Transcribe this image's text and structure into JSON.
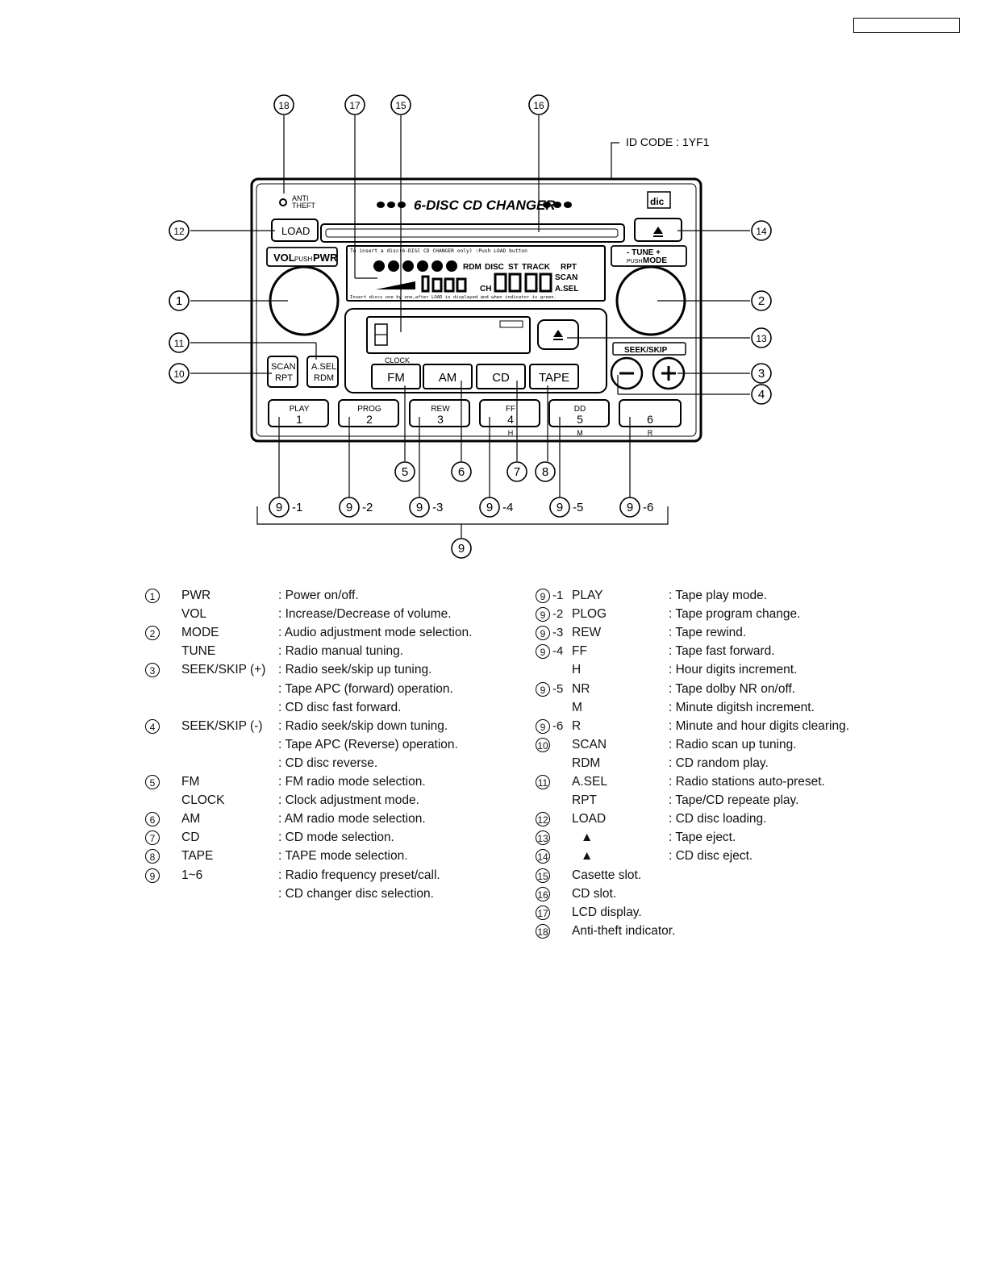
{
  "header": {
    "page_box": ""
  },
  "diagram": {
    "id_code": "ID CODE : 1YF1",
    "panel": {
      "title": "6-DISC CD CHANGER",
      "anti_theft": [
        "ANTI",
        "THEFT"
      ],
      "load": "LOAD",
      "vol_pwr": [
        "VOL",
        "PUSH",
        "PWR"
      ],
      "tune_mode": [
        "- TUNE +",
        "PUSH",
        "MODE"
      ],
      "seek_skip": "SEEK/SKIP",
      "scan_rpt": [
        "SCAN",
        "RPT"
      ],
      "asel_rdm": [
        "A.SEL",
        "RDM"
      ],
      "clock": "CLOCK",
      "mode_buttons": [
        "FM",
        "AM",
        "CD",
        "TAPE"
      ],
      "preset_buttons": [
        {
          "top": "PLAY",
          "num": "1",
          "below": ""
        },
        {
          "top": "PROG",
          "num": "2",
          "below": ""
        },
        {
          "top": "REW",
          "num": "3",
          "below": ""
        },
        {
          "top": "FF",
          "num": "4",
          "below": "H"
        },
        {
          "top": "DD",
          "num": "5",
          "below": "M"
        },
        {
          "top": "",
          "num": "6",
          "below": "R"
        }
      ],
      "lcd": {
        "top_text": "To insert a disc(6-DISC CD CHANGER only)      :Push LOAD button",
        "bottom_text": "Insert discs one by one,after LOAD is displayed and when indicator is green.",
        "indicators": [
          "RDM",
          "DISC",
          "ST",
          "TRACK",
          "RPT",
          "SCAN",
          "A.SEL",
          "CH"
        ]
      }
    },
    "callouts": [
      "1",
      "2",
      "3",
      "4",
      "5",
      "6",
      "7",
      "8",
      "9",
      "10",
      "11",
      "12",
      "13",
      "14",
      "15",
      "16",
      "17",
      "18"
    ],
    "sub_callouts": [
      "-1",
      "-2",
      "-3",
      "-4",
      "-5",
      "-6"
    ]
  },
  "legend_left": [
    {
      "num": "1",
      "name": "PWR",
      "desc": ": Power on/off."
    },
    {
      "num": "",
      "name": "VOL",
      "desc": ": Increase/Decrease of volume."
    },
    {
      "num": "2",
      "name": "MODE",
      "desc": ": Audio adjustment mode selection."
    },
    {
      "num": "",
      "name": "TUNE",
      "desc": ": Radio manual tuning."
    },
    {
      "num": "3",
      "name": "SEEK/SKIP (+)",
      "desc": ": Radio seek/skip up tuning."
    },
    {
      "num": "",
      "name": "",
      "desc": ": Tape APC (forward) operation."
    },
    {
      "num": "",
      "name": "",
      "desc": ": CD disc fast forward."
    },
    {
      "num": "4",
      "name": "SEEK/SKIP (-)",
      "desc": ": Radio seek/skip down tuning."
    },
    {
      "num": "",
      "name": "",
      "desc": ": Tape APC (Reverse) operation."
    },
    {
      "num": "",
      "name": "",
      "desc": ": CD disc reverse."
    },
    {
      "num": "5",
      "name": "FM",
      "desc": ": FM radio mode selection."
    },
    {
      "num": "",
      "name": "CLOCK",
      "desc": ": Clock adjustment mode."
    },
    {
      "num": "6",
      "name": "AM",
      "desc": ": AM radio mode selection."
    },
    {
      "num": "7",
      "name": "CD",
      "desc": ": CD mode selection."
    },
    {
      "num": "8",
      "name": "TAPE",
      "desc": ": TAPE mode selection."
    },
    {
      "num": "9",
      "name": "1~6",
      "desc": ": Radio frequency preset/call."
    },
    {
      "num": "",
      "name": "",
      "desc": ": CD changer disc selection."
    }
  ],
  "legend_right": [
    {
      "num": "9",
      "sub": "-1",
      "name": "PLAY",
      "desc": ": Tape play mode."
    },
    {
      "num": "9",
      "sub": "-2",
      "name": "PLOG",
      "desc": ": Tape program change."
    },
    {
      "num": "9",
      "sub": "-3",
      "name": "REW",
      "desc": ": Tape rewind."
    },
    {
      "num": "9",
      "sub": "-4",
      "name": "FF",
      "desc": ": Tape fast forward."
    },
    {
      "num": "",
      "sub": "",
      "name": "H",
      "desc": ": Hour digits increment."
    },
    {
      "num": "9",
      "sub": "-5",
      "name": "NR",
      "desc": ": Tape dolby NR on/off."
    },
    {
      "num": "",
      "sub": "",
      "name": "M",
      "desc": ": Minute digitsh increment."
    },
    {
      "num": "9",
      "sub": "-6",
      "name": "R",
      "desc": ": Minute and hour digits clearing."
    },
    {
      "num": "10",
      "sub": "",
      "name": "SCAN",
      "desc": ": Radio scan up tuning."
    },
    {
      "num": "",
      "sub": "",
      "name": "RDM",
      "desc": ": CD random play."
    },
    {
      "num": "11",
      "sub": "",
      "name": "A.SEL",
      "desc": ": Radio stations auto-preset."
    },
    {
      "num": "",
      "sub": "",
      "name": "RPT",
      "desc": ": Tape/CD repeate play."
    },
    {
      "num": "12",
      "sub": "",
      "name": "LOAD",
      "desc": ": CD disc loading."
    },
    {
      "num": "13",
      "sub": "",
      "name": "▲",
      "desc": ": Tape eject."
    },
    {
      "num": "14",
      "sub": "",
      "name": "▲",
      "desc": ": CD disc eject."
    },
    {
      "num": "15",
      "sub": "",
      "name": "Casette slot.",
      "desc": ""
    },
    {
      "num": "16",
      "sub": "",
      "name": "CD slot.",
      "desc": ""
    },
    {
      "num": "17",
      "sub": "",
      "name": "LCD display.",
      "desc": ""
    },
    {
      "num": "18",
      "sub": "",
      "name": "Anti-theft indicator.",
      "desc": ""
    }
  ]
}
